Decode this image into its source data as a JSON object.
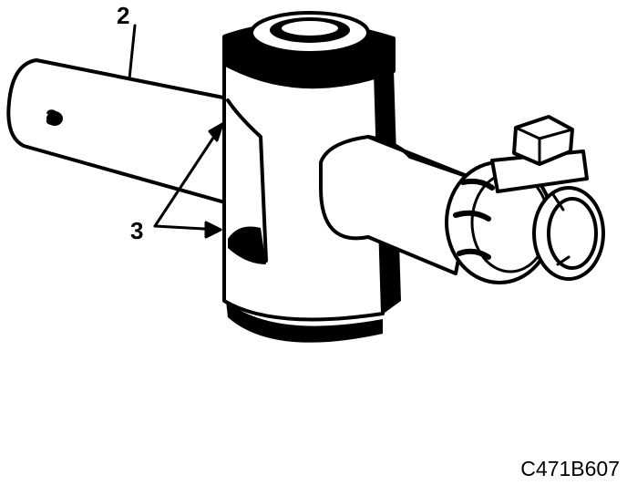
{
  "callouts": {
    "part_2": "2",
    "part_3_bolt": "3",
    "part_3_arrows": "3"
  },
  "figure_code": "C471B607",
  "colors": {
    "ink": "#000000",
    "paper": "#ffffff"
  }
}
